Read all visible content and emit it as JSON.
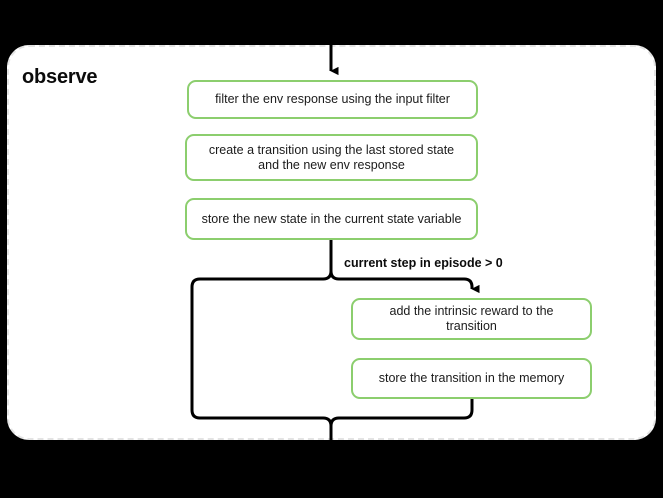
{
  "diagram": {
    "title": "observe",
    "background_color": "#000000",
    "panel_color": "#ffffff",
    "panel_border_color": "#e4e4e4",
    "node_border_color": "#8cce6e",
    "edge_color": "#000000",
    "nodes": [
      {
        "id": "filter",
        "label": "filter the env response using the input filter"
      },
      {
        "id": "create",
        "label": "create a transition using the last stored state and the new env response"
      },
      {
        "id": "store_st",
        "label": "store the new state in the current state variable"
      },
      {
        "id": "intrinsic",
        "label": "add the intrinsic reward to the transition"
      },
      {
        "id": "store_tr",
        "label": "store the transition in the memory"
      }
    ],
    "edges": [
      {
        "from": "entry",
        "to": "filter",
        "label": ""
      },
      {
        "from": "store_st",
        "to": "intrinsic",
        "label": "current step in episode > 0"
      },
      {
        "from": "store_st",
        "to": "exit",
        "label": ""
      },
      {
        "from": "store_tr",
        "to": "exit",
        "label": ""
      }
    ],
    "edge_labels": {
      "condition": "current step in episode > 0"
    }
  }
}
